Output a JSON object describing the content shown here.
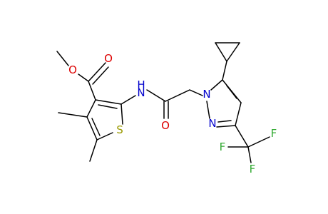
{
  "molecule": {
    "atom_labels": {
      "ester_o_methoxy": "O",
      "ester_o_carbonyl": "O",
      "amide_nh": "H",
      "amide_nh_n": "N",
      "amide_o": "O",
      "thiophene_s": "S",
      "pyrazole_n1": "N",
      "pyrazole_n2": "N",
      "f_top": "F",
      "f_left": "F",
      "f_bottom": "F"
    },
    "colors": {
      "bond": "#000000",
      "S": "#9a9a00",
      "O": "#dd0000",
      "N": "#0000cc",
      "F": "#33aa33"
    }
  }
}
